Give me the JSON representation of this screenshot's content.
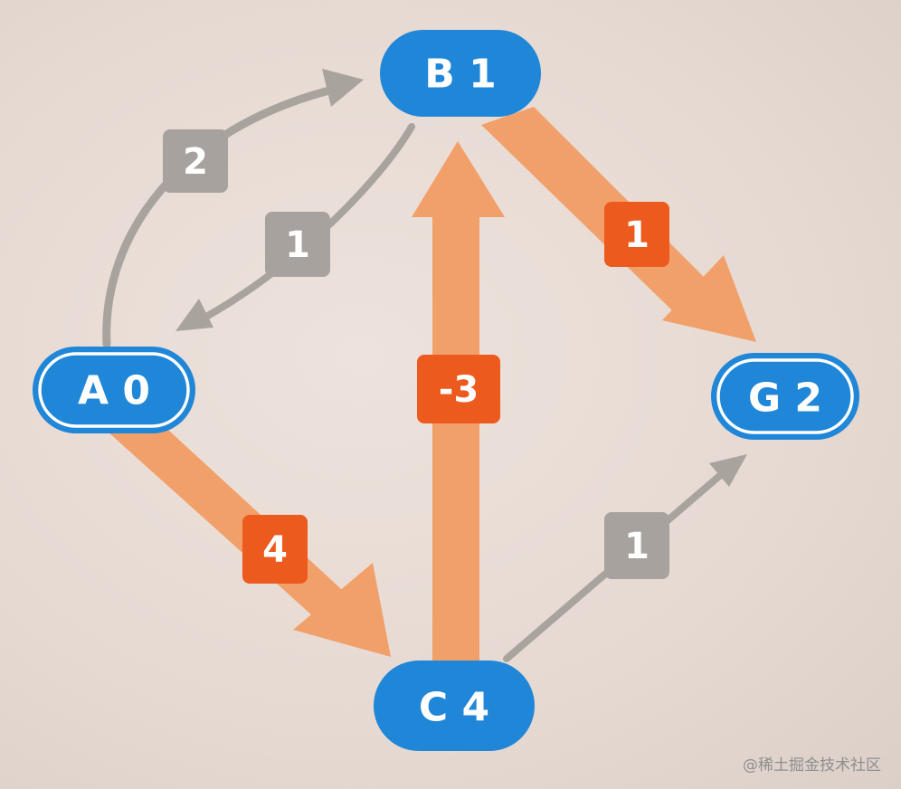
{
  "colors": {
    "node_fill": "#1f86d8",
    "node_text": "#ffffff",
    "highlight_edge": "#f2a06a",
    "highlight_label": "#ec5a1d",
    "plain_edge": "#a9a39e",
    "plain_label": "#a8a29e",
    "background": "#e8dcd5"
  },
  "nodes": [
    {
      "id": "B",
      "label": "B 1",
      "double_border": false
    },
    {
      "id": "A",
      "label": "A 0",
      "double_border": true
    },
    {
      "id": "G",
      "label": "G 2",
      "double_border": true
    },
    {
      "id": "C",
      "label": "C 4",
      "double_border": false
    }
  ],
  "edges": [
    {
      "from": "A",
      "to": "B",
      "weight": "2",
      "highlighted": false
    },
    {
      "from": "B",
      "to": "A",
      "weight": "1",
      "highlighted": false
    },
    {
      "from": "B",
      "to": "G",
      "weight": "1",
      "highlighted": true
    },
    {
      "from": "C",
      "to": "B",
      "weight": "-3",
      "highlighted": true
    },
    {
      "from": "A",
      "to": "C",
      "weight": "4",
      "highlighted": true
    },
    {
      "from": "C",
      "to": "G",
      "weight": "1",
      "highlighted": false
    }
  ],
  "watermark": "@稀土掘金技术社区"
}
